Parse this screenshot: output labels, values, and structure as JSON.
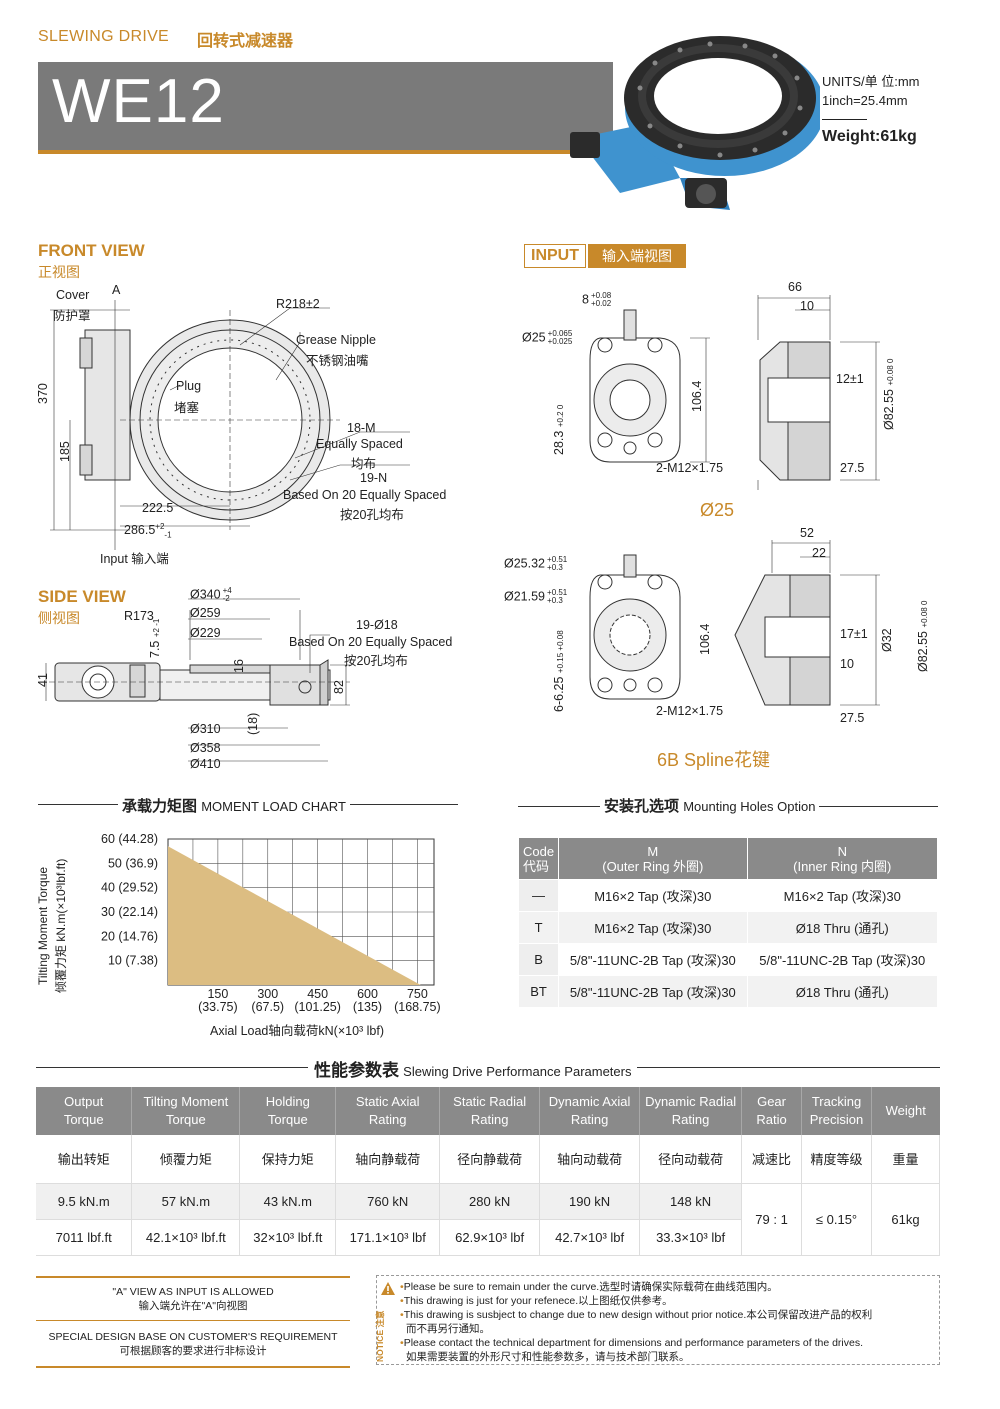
{
  "header": {
    "category_en": "SLEWING DRIVE",
    "category_cn": "回转式减速器",
    "model": "WE12",
    "units_line1": "UNITS/单  位:mm",
    "units_line2": "1inch=25.4mm",
    "weight": "Weight:61kg"
  },
  "front_view": {
    "title_en": "FRONT VIEW",
    "title_cn": "正视图",
    "labels": {
      "cover_en": "Cover",
      "cover_cn": "防护罩",
      "a": "A",
      "r218": "R218±2",
      "grease_en": "Grease Nipple",
      "grease_cn": "不锈钢油嘴",
      "plug_en": "Plug",
      "plug_cn": "堵塞",
      "m18": "18-M",
      "equally_en": "Equally Spaced",
      "equally_cn": "均布",
      "n19": "19-N",
      "based_en": "Based On 20 Equally Spaced",
      "based_cn": "按20孔均布",
      "d370": "370",
      "d185": "185",
      "d222": "222.5",
      "d286": "286.5",
      "d286_tol_up": "+2",
      "d286_tol_dn": "-1",
      "input": "Input   输入端"
    }
  },
  "input_view": {
    "title_en": "INPUT",
    "title_cn": "输入端视图",
    "top": {
      "d66": "66",
      "d10": "10",
      "d8": "8",
      "d8_up": "+0.08",
      "d8_dn": "+0.02",
      "d25": "Ø25",
      "d25_up": "+0.065",
      "d25_dn": "+0.025",
      "d106": "106.4",
      "d28": "28.3",
      "d28_tol": "+0.2 0",
      "m12": "2-M12×1.75",
      "d12": "12±1",
      "d82": "Ø82.55",
      "d82_tol": "+0.08 0",
      "d27": "27.5",
      "caption": "Ø25"
    },
    "bottom": {
      "d52": "52",
      "d22": "22",
      "d2532": "Ø25.32",
      "d2532_up": "+0.51",
      "d2532_dn": "+0.3",
      "d2159": "Ø21.59",
      "d2159_up": "+0.51",
      "d2159_dn": "+0.3",
      "d106": "106.4",
      "d625": "6-6.25",
      "d625_tol": "+0.15 +0.08",
      "m12": "2-M12×1.75",
      "d17": "17±1",
      "d32": "Ø32",
      "d82": "Ø82.55",
      "d82_tol": "+0.08 0",
      "d10": "10",
      "d27": "27.5",
      "caption": "6B Spline花键"
    }
  },
  "side_view": {
    "title_en": "SIDE VIEW",
    "title_cn": "侧视图",
    "labels": {
      "d340": "Ø340",
      "d340_up": "+4",
      "d340_dn": "-2",
      "r173": "R173",
      "d259": "Ø259",
      "d229": "Ø229",
      "d75": "7.5",
      "d75_tol": "+2 -1",
      "holes": "19-Ø18",
      "based_en": "Based On 20 Equally Spaced",
      "based_cn": "按20孔均布",
      "d41": "41",
      "d16": "16",
      "d82": "82",
      "d18": "(18)",
      "d310": "Ø310",
      "d358": "Ø358",
      "d410": "Ø410"
    }
  },
  "moment_chart": {
    "heading_cn": "承载力矩图",
    "heading_en": "MOMENT LOAD CHART"
  },
  "chart_data": {
    "type": "area",
    "title": "承载力矩图 MOMENT LOAD CHART",
    "ylabel_en": "Tilting Moment Torque",
    "ylabel_cn": "倾覆力矩 kN.m(×10³lbf.ft)",
    "xlabel": "Axial Load轴向载荷kN(×10³ lbf)",
    "x_ticks": [
      {
        "value": 150,
        "label": "150",
        "sub": "(33.75)"
      },
      {
        "value": 300,
        "label": "300",
        "sub": "(67.5)"
      },
      {
        "value": 450,
        "label": "450",
        "sub": "(101.25)"
      },
      {
        "value": 600,
        "label": "600",
        "sub": "(135)"
      },
      {
        "value": 750,
        "label": "750",
        "sub": "(168.75)"
      }
    ],
    "y_ticks": [
      {
        "value": 10,
        "label": "10  (7.38)"
      },
      {
        "value": 20,
        "label": "20 (14.76)"
      },
      {
        "value": 30,
        "label": "30 (22.14)"
      },
      {
        "value": 40,
        "label": "40 (29.52)"
      },
      {
        "value": 50,
        "label": "50  (36.9)"
      },
      {
        "value": 60,
        "label": "60 (44.28)"
      }
    ],
    "xlim": [
      0,
      800
    ],
    "ylim": [
      0,
      60
    ],
    "x": [
      0,
      760
    ],
    "y": [
      57,
      0
    ],
    "grid": true,
    "fill_color": "#dcbd82"
  },
  "mounting": {
    "heading_cn": "安装孔选项",
    "heading_en": "Mounting Holes Option",
    "head_code": "Code\n代码",
    "head_m": "M",
    "head_m_sub": "(Outer Ring 外圈)",
    "head_n": "N",
    "head_n_sub": "(Inner Ring 内圈)",
    "rows": [
      {
        "code": "—",
        "m": "M16×2 Tap (攻深)30",
        "n": "M16×2 Tap (攻深)30"
      },
      {
        "code": "T",
        "m": "M16×2 Tap (攻深)30",
        "n": "Ø18 Thru (通孔)"
      },
      {
        "code": "B",
        "m": "5/8\"-11UNC-2B Tap (攻深)30",
        "n": "5/8\"-11UNC-2B Tap (攻深)30"
      },
      {
        "code": "BT",
        "m": "5/8\"-11UNC-2B Tap (攻深)30",
        "n": "Ø18 Thru (通孔)"
      }
    ]
  },
  "performance": {
    "heading_cn": "性能参数表",
    "heading_en": "Slewing Drive Performance Parameters",
    "headers_en": [
      "Output\nTorque",
      "Tilting Moment\nTorque",
      "Holding\nTorque",
      "Static Axial\nRating",
      "Static Radial\nRating",
      "Dynamic Axial\nRating",
      "Dynamic Radial\nRating",
      "Gear\nRatio",
      "Tracking\nPrecision",
      "Weight"
    ],
    "headers_cn": [
      "输出转矩",
      "倾覆力矩",
      "保持力矩",
      "轴向静载荷",
      "径向静载荷",
      "轴向动载荷",
      "径向动载荷",
      "减速比",
      "精度等级",
      "重量"
    ],
    "metric": [
      "9.5 kN.m",
      "57 kN.m",
      "43 kN.m",
      "760 kN",
      "280 kN",
      "190 kN",
      "148 kN"
    ],
    "imperial": [
      "7011 lbf.ft",
      "42.1×10³ lbf.ft",
      "32×10³ lbf.ft",
      "171.1×10³ lbf",
      "62.9×10³ lbf",
      "42.7×10³ lbf",
      "33.3×10³ lbf"
    ],
    "gear_ratio": "79 : 1",
    "precision": "≤ 0.15°",
    "weight": "61kg"
  },
  "notes": {
    "a_view_en": "\"A\" VIEW AS INPUT IS ALLOWED",
    "a_view_cn": "输入端允许在\"A\"向视图",
    "special_en": "SPECIAL DESIGN BASE ON CUSTOMER'S REQUIREMENT",
    "special_cn": "可根据顾客的要求进行非标设计",
    "notice_label": "NOTICE 注意",
    "notice": [
      "Please be sure to remain under the curve.选型时请确保实际载荷在曲线范围内。",
      "This drawing is just for your refenece.以上图纸仅供参考。",
      "This drawing is susbject to change due to new design without prior notice.本公司保留改进产品的权利",
      "而不再另行通知。",
      "Please contact the technical department for dimensions and performance parameters of the drives.",
      "如果需要装置的外形尺寸和性能参数多，请与技术部门联系。"
    ]
  }
}
